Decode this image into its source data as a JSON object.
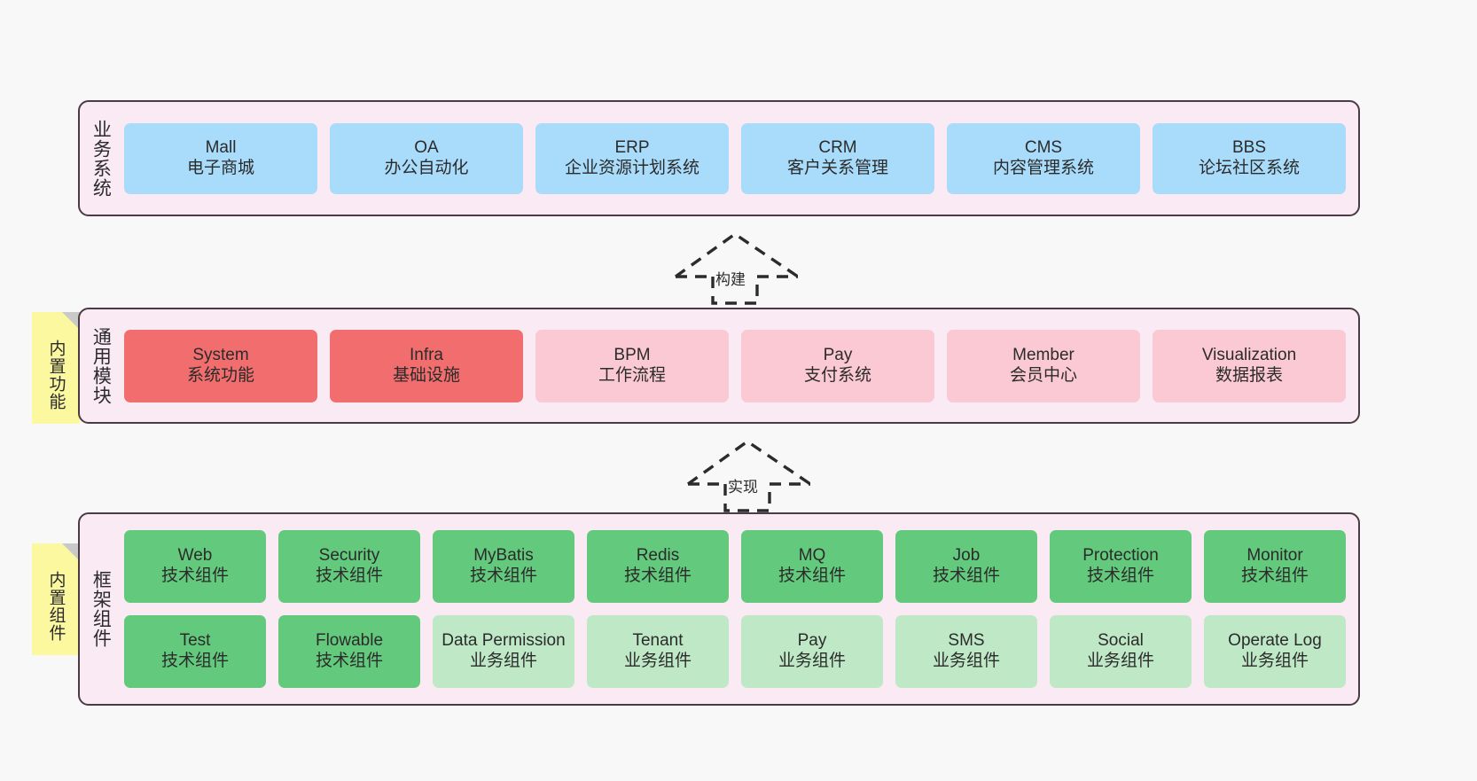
{
  "bands": [
    {
      "id": "business-systems",
      "label": "业务系统",
      "cards": [
        {
          "title": "Mall",
          "subtitle": "电子商城",
          "style": "blue"
        },
        {
          "title": "OA",
          "subtitle": "办公自动化",
          "style": "blue"
        },
        {
          "title": "ERP",
          "subtitle": "企业资源计划系统",
          "style": "blue"
        },
        {
          "title": "CRM",
          "subtitle": "客户关系管理",
          "style": "blue"
        },
        {
          "title": "CMS",
          "subtitle": "内容管理系统",
          "style": "blue"
        },
        {
          "title": "BBS",
          "subtitle": "论坛社区系统",
          "style": "blue"
        }
      ]
    },
    {
      "id": "common-modules",
      "label": "通用模块",
      "note": "内置功能",
      "cards": [
        {
          "title": "System",
          "subtitle": "系统功能",
          "style": "red"
        },
        {
          "title": "Infra",
          "subtitle": "基础设施",
          "style": "red"
        },
        {
          "title": "BPM",
          "subtitle": "工作流程",
          "style": "pink"
        },
        {
          "title": "Pay",
          "subtitle": "支付系统",
          "style": "pink"
        },
        {
          "title": "Member",
          "subtitle": "会员中心",
          "style": "pink"
        },
        {
          "title": "Visualization",
          "subtitle": "数据报表",
          "style": "pink"
        }
      ]
    },
    {
      "id": "framework-components",
      "label": "框架组件",
      "note": "内置组件",
      "rows": [
        [
          {
            "title": "Web",
            "subtitle": "技术组件",
            "style": "green"
          },
          {
            "title": "Security",
            "subtitle": "技术组件",
            "style": "green"
          },
          {
            "title": "MyBatis",
            "subtitle": "技术组件",
            "style": "green"
          },
          {
            "title": "Redis",
            "subtitle": "技术组件",
            "style": "green"
          },
          {
            "title": "MQ",
            "subtitle": "技术组件",
            "style": "green"
          },
          {
            "title": "Job",
            "subtitle": "技术组件",
            "style": "green"
          },
          {
            "title": "Protection",
            "subtitle": "技术组件",
            "style": "green"
          },
          {
            "title": "Monitor",
            "subtitle": "技术组件",
            "style": "green"
          }
        ],
        [
          {
            "title": "Test",
            "subtitle": "技术组件",
            "style": "green"
          },
          {
            "title": "Flowable",
            "subtitle": "技术组件",
            "style": "green"
          },
          {
            "title": "Data Permission",
            "subtitle": "业务组件",
            "style": "lgreen"
          },
          {
            "title": "Tenant",
            "subtitle": "业务组件",
            "style": "lgreen"
          },
          {
            "title": "Pay",
            "subtitle": "业务组件",
            "style": "lgreen"
          },
          {
            "title": "SMS",
            "subtitle": "业务组件",
            "style": "lgreen"
          },
          {
            "title": "Social",
            "subtitle": "业务组件",
            "style": "lgreen"
          },
          {
            "title": "Operate Log",
            "subtitle": "业务组件",
            "style": "lgreen"
          }
        ]
      ]
    }
  ],
  "arrows": [
    {
      "id": "build",
      "label": "构建"
    },
    {
      "id": "implement",
      "label": "实现"
    }
  ],
  "colors": {
    "band_fill": "#f9eaf4",
    "band_border": "#4a3b44",
    "blue": "#a9dcfb",
    "red": "#f26d6d",
    "pink": "#fbc9d3",
    "green": "#63c97d",
    "light_green": "#bfe8c7",
    "note": "#fbf8a0",
    "note_fold": "#c9c9c9",
    "background": "#f8f8f8"
  }
}
